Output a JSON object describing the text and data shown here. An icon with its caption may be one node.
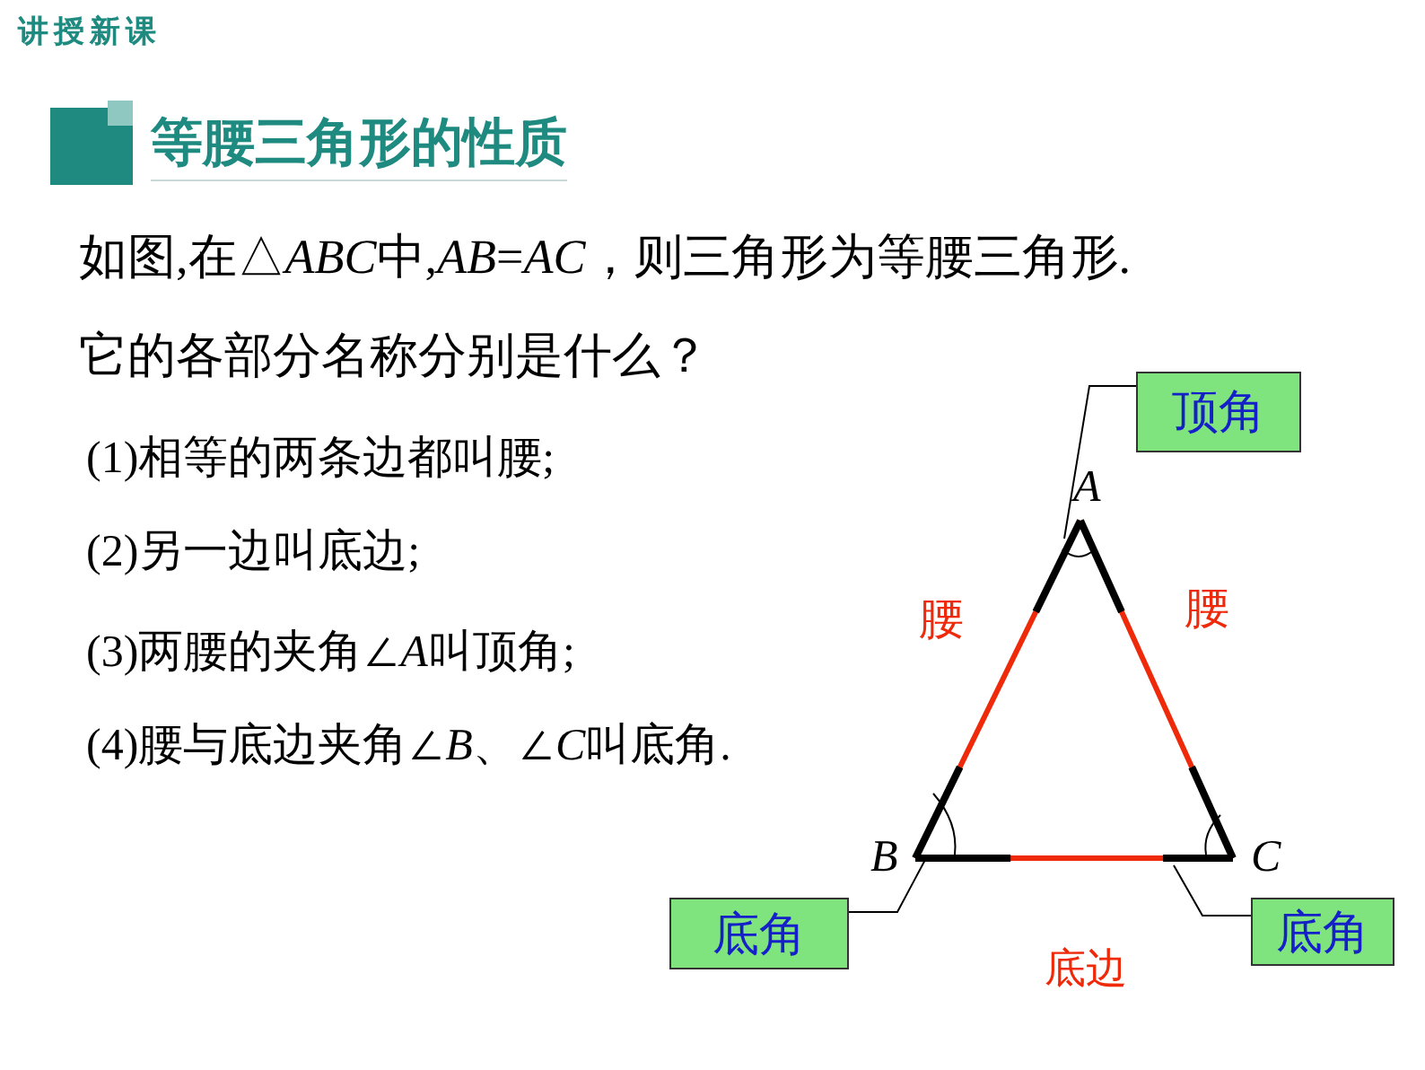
{
  "diagram": {
    "title": "等腰三角形的性质",
    "nodes": [
      {
        "text": [
          "顶角"
        ]
      },
      {
        "text": [
          "底角"
        ]
      },
      {
        "text": [
          "底角"
        ]
      },
      {
        "text": [],
        "shape": "arc"
      },
      {
        "text": [],
        "shape": "arc"
      },
      {
        "text": [],
        "shape": "arc"
      }
    ],
    "edges": [
      {
        "from": 0,
        "to": 3,
        "arrow": "none"
      },
      {
        "from": 1,
        "to": 4,
        "arrow": "none"
      },
      {
        "from": 2,
        "to": 5,
        "arrow": "none"
      }
    ],
    "labels": [
      "讲授新课",
      "如图,在△ABC中,AB=AC，则三角形为等腰三角形.",
      "它的各部分名称分别是什么？",
      "(1)相等的两条边都叫腰;",
      "(2)另一边叫底边;",
      "(3)两腰的夹角∠A叫顶角;",
      "(4)腰与底边夹角∠B、∠C叫底角.",
      "A",
      "腰",
      "腰",
      "B",
      "C",
      "底边"
    ]
  }
}
